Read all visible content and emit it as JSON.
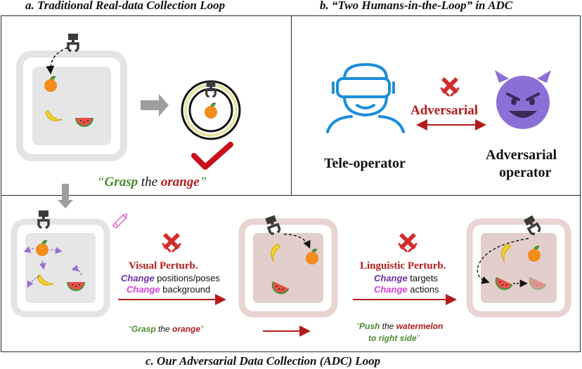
{
  "titles": {
    "a": "a. Traditional Real-data Collection Loop",
    "b": "b. “Two Humans-in-the-Loop” in ADC",
    "c": "c. Our Adversarial Data Collection (ADC) Loop"
  },
  "panel_a": {
    "quote_open": "“",
    "word_grasp": "Grasp",
    "word_the": " the ",
    "word_orange": "orange",
    "quote_close": "”"
  },
  "panel_b": {
    "adversarial_label": "Adversarial",
    "teleop_label": "Tele-operator",
    "adv_operator_line1": "Adversarial",
    "adv_operator_line2": "operator"
  },
  "panel_c": {
    "visual": {
      "title": "Visual Perturb.",
      "line1_change": "Change",
      "line1_rest": " positions/poses",
      "line2_change": "Change",
      "line2_rest": " background"
    },
    "linguistic": {
      "title": "Linguistic Perturb.",
      "line1_change": "Change",
      "line1_rest": " targets",
      "line2_change": "Change",
      "line2_rest": " actions"
    },
    "instr1": {
      "open": "“",
      "grasp": "Grasp",
      "the": " the ",
      "orange": "orange",
      "close": "”"
    },
    "instr2": {
      "open": "“",
      "push": "Push",
      "the": " the ",
      "watermelon": "watermelon",
      "line2": "to right side",
      "close": "”"
    }
  },
  "colors": {
    "green": "#4a8a2e",
    "red": "#b31b1b",
    "purple": "#6a2fa8",
    "magenta": "#d43fd6",
    "blue": "#1c8ddb",
    "devil": "#8c6fd6",
    "tray": "#e6e6e6",
    "tray_pink": "#e8d4d2"
  }
}
